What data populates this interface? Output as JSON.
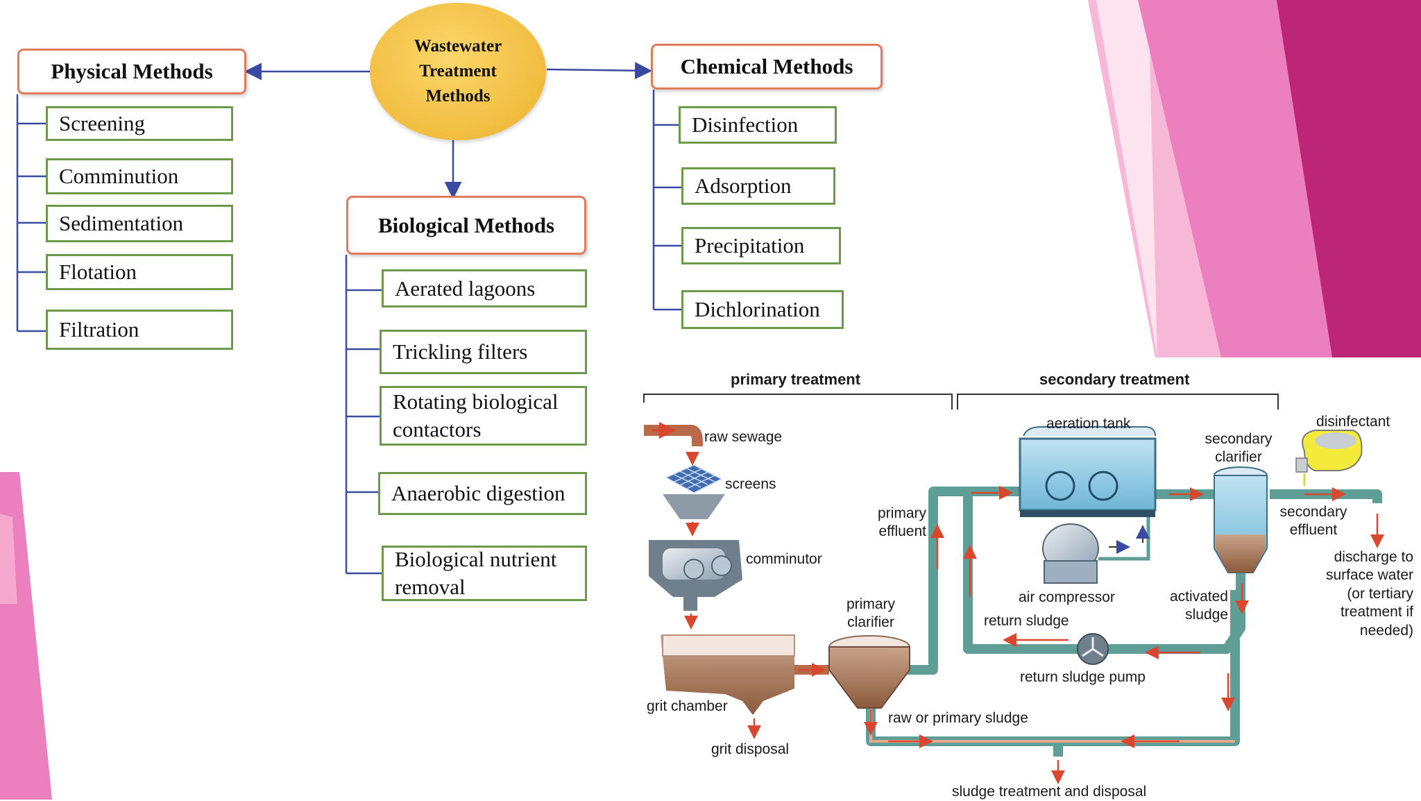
{
  "center": {
    "title_lines": [
      "Wastewater",
      "Treatment",
      "Methods"
    ]
  },
  "physical": {
    "title": "Physical Methods",
    "items": [
      "Screening",
      "Comminution",
      "Sedimentation",
      "Flotation",
      "Filtration"
    ]
  },
  "chemical": {
    "title": "Chemical Methods",
    "items": [
      "Disinfection",
      "Adsorption",
      "Precipitation",
      "Dichlorination"
    ]
  },
  "biological": {
    "title": "Biological Methods",
    "items": [
      "Aerated lagoons",
      "Trickling  filters",
      "Rotating biological contactors",
      "Anaerobic digestion",
      "Biological nutrient removal"
    ]
  },
  "plant": {
    "primary_treatment": "primary treatment",
    "secondary_treatment": "secondary treatment",
    "raw_sewage": "raw sewage",
    "screens": "screens",
    "comminutor": "comminutor",
    "grit_chamber": "grit chamber",
    "grit_disposal": "grit disposal",
    "primary_clarifier": "primary clarifier",
    "primary_effluent": "primary effluent",
    "aeration_tank": "aeration tank",
    "air_compressor": "air compressor",
    "return_sludge": "return sludge",
    "return_sludge_pump": "return sludge pump",
    "secondary_clarifier": "secondary clarifier",
    "activated_sludge": "activated sludge",
    "disinfectant": "disinfectant",
    "secondary_effluent": "secondary effluent",
    "discharge": "discharge to surface water (or tertiary treatment if needed)",
    "raw_or_primary_sludge": "raw or primary sludge",
    "sludge_treatment": "sludge treatment and disposal"
  },
  "colors": {
    "pink_light": "#f6b8d6",
    "pink_mid": "#ec7fbd",
    "magenta": "#bd2577",
    "green_border": "#6a9a4a",
    "orange_border": "#e07a5a",
    "connector": "#3a4aa0",
    "pipe": "#5e9e96",
    "flow_arrow": "#d9472e"
  }
}
